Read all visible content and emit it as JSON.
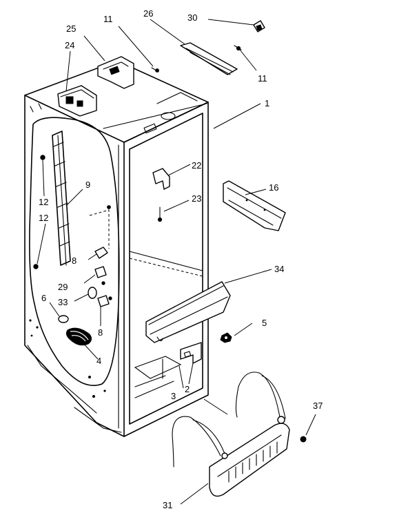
{
  "diagram": {
    "callouts": [
      {
        "id": "c1",
        "label": "1"
      },
      {
        "id": "c2",
        "label": "2"
      },
      {
        "id": "c3",
        "label": "3"
      },
      {
        "id": "c4",
        "label": "4"
      },
      {
        "id": "c5",
        "label": "5"
      },
      {
        "id": "c6",
        "label": "6"
      },
      {
        "id": "c8a",
        "label": "8"
      },
      {
        "id": "c8b",
        "label": "8"
      },
      {
        "id": "c9",
        "label": "9"
      },
      {
        "id": "c11a",
        "label": "11"
      },
      {
        "id": "c11b",
        "label": "11"
      },
      {
        "id": "c12a",
        "label": "12"
      },
      {
        "id": "c12b",
        "label": "12"
      },
      {
        "id": "c16",
        "label": "16"
      },
      {
        "id": "c22",
        "label": "22"
      },
      {
        "id": "c23",
        "label": "23"
      },
      {
        "id": "c24",
        "label": "24"
      },
      {
        "id": "c25",
        "label": "25"
      },
      {
        "id": "c26",
        "label": "26"
      },
      {
        "id": "c29",
        "label": "29"
      },
      {
        "id": "c30",
        "label": "30"
      },
      {
        "id": "c31",
        "label": "31"
      },
      {
        "id": "c33",
        "label": "33"
      },
      {
        "id": "c34",
        "label": "34"
      },
      {
        "id": "c37",
        "label": "37"
      }
    ]
  }
}
